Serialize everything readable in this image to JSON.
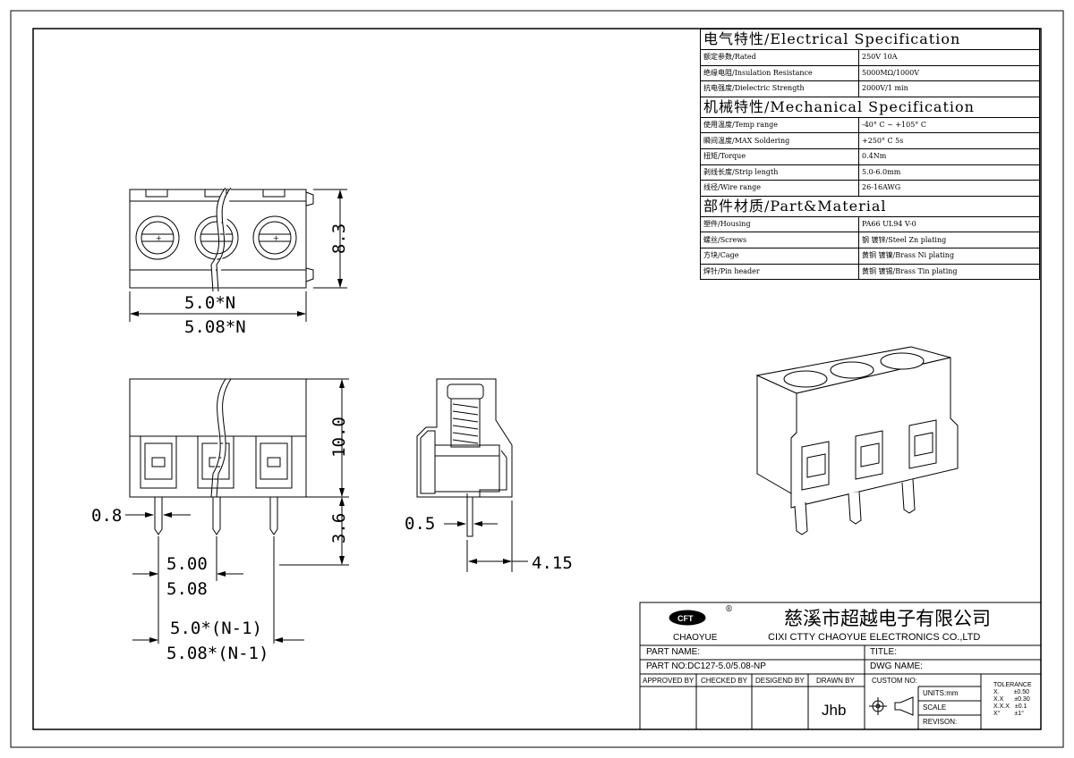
{
  "electrical": {
    "heading": "电气特性/Electrical Specification",
    "rows": [
      {
        "label": "额定参数/Rated",
        "value": "250V  10A"
      },
      {
        "label": "绝缘电阻/Insulation Resistance",
        "value": "5000MΩ/1000V"
      },
      {
        "label": "抗电强度/Dielectric Strength",
        "value": "2000V/1 min"
      }
    ]
  },
  "mechanical": {
    "heading": "机械特性/Mechanical Specification",
    "rows": [
      {
        "label": "使用温度/Temp range",
        "value": "-40° C ~ +105° C"
      },
      {
        "label": "瞬间温度/MAX Soldering",
        "value": "+250° C   5s"
      },
      {
        "label": "扭矩/Torque",
        "value": "0.4Nm"
      },
      {
        "label": "剥线长度/Strip length",
        "value": "5.0-6.0mm"
      },
      {
        "label": "线径/Wire range",
        "value": "26-16AWG"
      }
    ]
  },
  "material": {
    "heading": "部件材质/Part&Material",
    "rows": [
      {
        "label": "塑件/Housing",
        "value": "PA66 UL94 V-0"
      },
      {
        "label": "螺丝/Screws",
        "value": "钢 镀锌/Steel Zn plating"
      },
      {
        "label": "方块/Cage",
        "value": "黄铜 镀镍/Brass Ni plating"
      },
      {
        "label": "焊针/Pin header",
        "value": "黄铜 镀锡/Brass Tin plating"
      }
    ]
  },
  "dimensions": {
    "pitch_a": "5.0*N",
    "pitch_b": "5.08*N",
    "height_top": "8.3",
    "height_front": "10.0",
    "pin_len": "3.6",
    "pin_width": "0.8",
    "spacing_a": "5.00",
    "spacing_b": "5.08",
    "total_a": "5.0*(N-1)",
    "total_b": "5.08*(N-1)",
    "side_pin": "0.5",
    "side_offset": "4.15"
  },
  "title_block": {
    "logo_text": "CHAOYUE",
    "company_cn": "慈溪市超越电子有限公司",
    "company_en": "CIXI CTTY CHAOYUE ELECTRONICS CO.,LTD",
    "part_name_label": "PART NAME:",
    "title_label": "TITLE:",
    "part_no": "PART NO:DC127-5.0/5.08-NP",
    "dwg_name_label": "DWG NAME:",
    "approved_by": "APPROVED BY",
    "checked_by": "CHECKED BY",
    "designed_by": "DESIGEND BY",
    "drawn_by": "DRAWN BY",
    "custom_no": "CUSTOM NO:",
    "drawer": "Jhb",
    "units": "UNITS:mm",
    "scale": "SCALE",
    "revision": "REVISON:",
    "tolerance_title": "TOLERANCE",
    "tolerance_rows": [
      {
        "k": "X.",
        "v": "±0.50"
      },
      {
        "k": "X.X",
        "v": "±0.30"
      },
      {
        "k": "X.X.X",
        "v": "±0.1"
      },
      {
        "k": "X°",
        "v": "±1°"
      }
    ]
  }
}
